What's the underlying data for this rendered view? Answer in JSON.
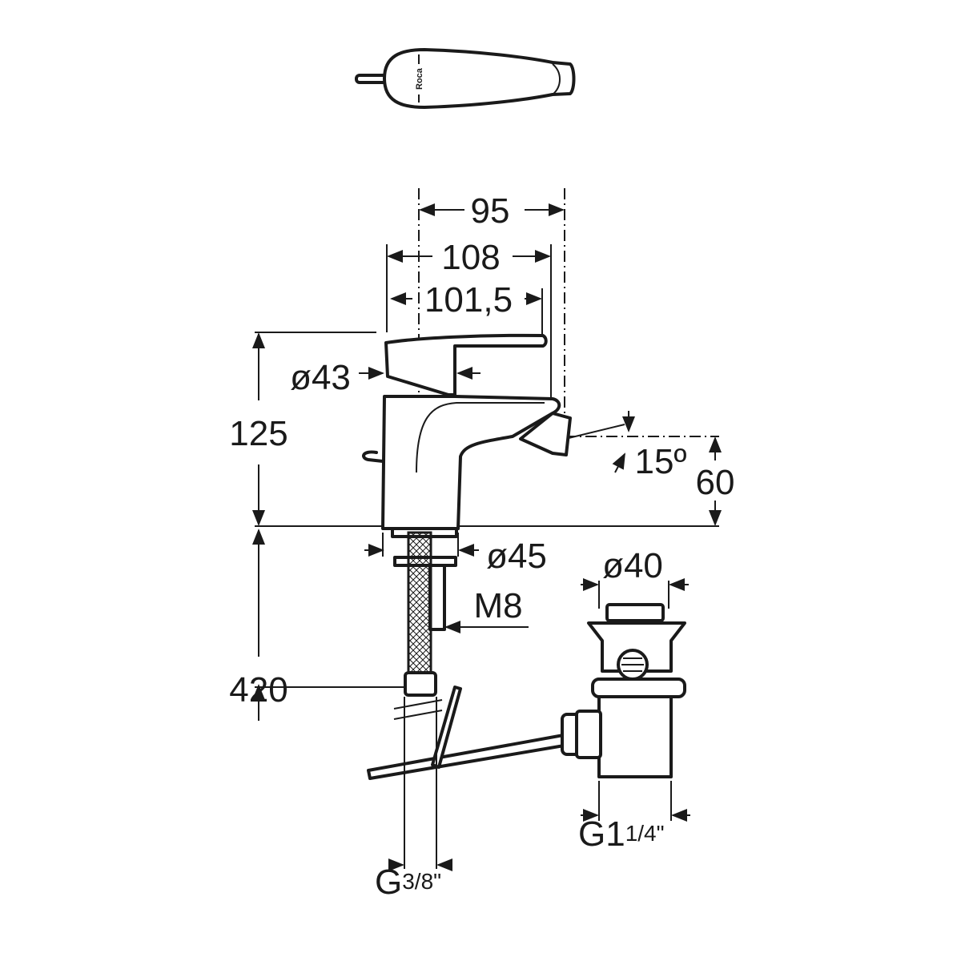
{
  "drawing": {
    "logo_text": "Roca",
    "dimensions": {
      "width_95": "95",
      "width_108": "108",
      "width_101_5": "101,5",
      "height_125": "125",
      "lever_diameter": "ø43",
      "angle": "15º",
      "spout_height": "60",
      "base_diameter": "ø45",
      "thread": "M8",
      "hose_length": "420",
      "waste_diameter": "ø40",
      "waste_thread_main": "G1",
      "waste_thread_frac": "1/4\"",
      "hose_thread_main": "G",
      "hose_thread_frac": "3/8\""
    }
  }
}
